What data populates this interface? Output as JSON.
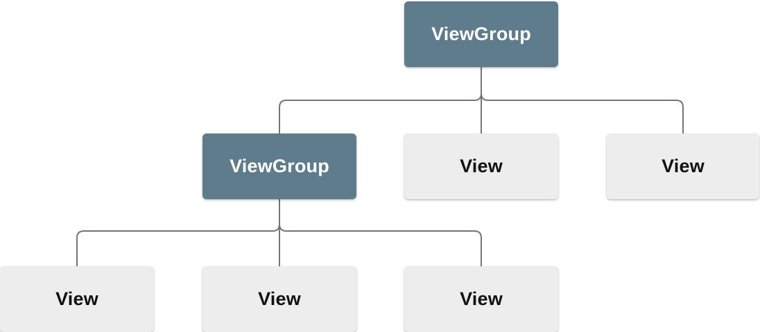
{
  "diagram": {
    "type": "tree",
    "colors": {
      "background": "#ffffff",
      "viewgroup_fill": "#5E7C8B",
      "viewgroup_text": "#ffffff",
      "view_fill": "#EDEDED",
      "view_text": "#111111",
      "connector": "#757575"
    },
    "nodes": [
      {
        "id": "root",
        "label": "ViewGroup",
        "kind": "viewgroup"
      },
      {
        "id": "mid-left",
        "label": "ViewGroup",
        "kind": "viewgroup"
      },
      {
        "id": "mid-center",
        "label": "View",
        "kind": "view"
      },
      {
        "id": "mid-right",
        "label": "View",
        "kind": "view"
      },
      {
        "id": "bot-left",
        "label": "View",
        "kind": "view"
      },
      {
        "id": "bot-center",
        "label": "View",
        "kind": "view"
      },
      {
        "id": "bot-right",
        "label": "View",
        "kind": "view"
      }
    ],
    "edges": [
      {
        "from": "root",
        "to": "mid-left"
      },
      {
        "from": "root",
        "to": "mid-center"
      },
      {
        "from": "root",
        "to": "mid-right"
      },
      {
        "from": "mid-left",
        "to": "bot-left"
      },
      {
        "from": "mid-left",
        "to": "bot-center"
      },
      {
        "from": "mid-left",
        "to": "bot-right"
      }
    ]
  }
}
